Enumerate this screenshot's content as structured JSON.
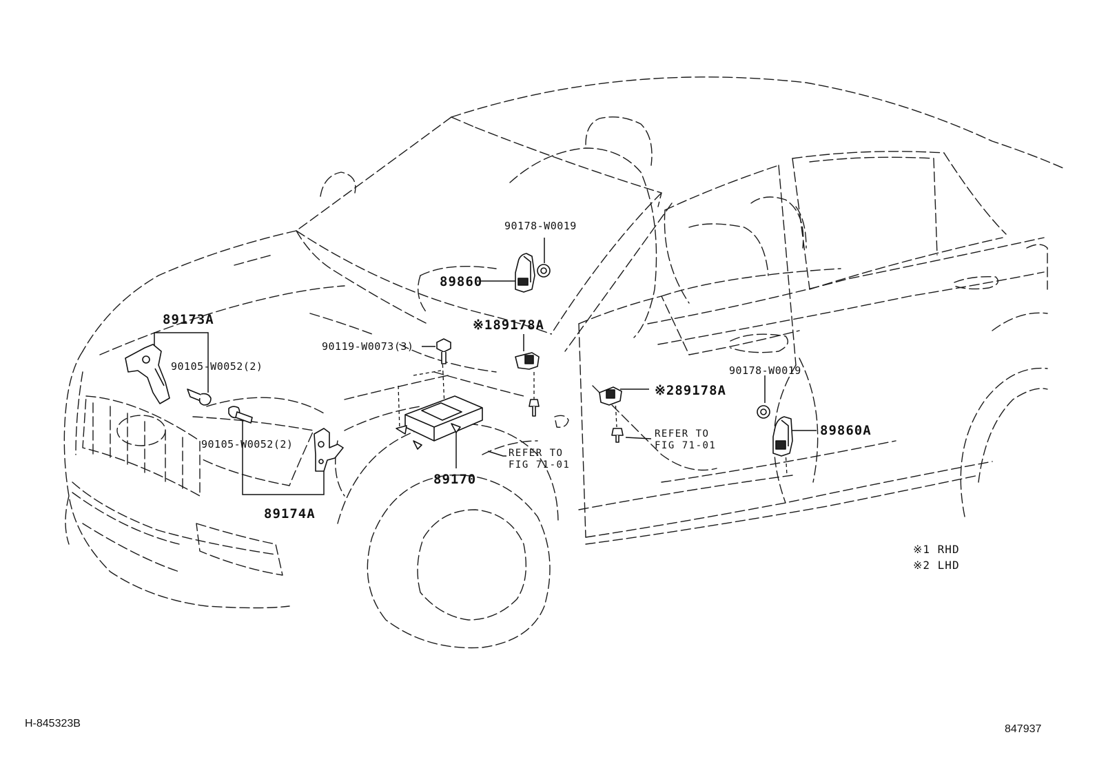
{
  "labels": {
    "p89173A": "89173A",
    "p90105a": "90105-W0052(2)",
    "p90105b": "90105-W0052(2)",
    "p89174A": "89174A",
    "p90178a": "90178-W0019",
    "p89860": "89860",
    "p89178A1": "※189178A",
    "p90119": "90119-W0073(3)",
    "p89170": "89170",
    "ref1a": "REFER TO",
    "ref1b": "FIG 71-01",
    "p89178A2": "※289178A",
    "ref2a": "REFER TO",
    "ref2b": "FIG 71-01",
    "p90178b": "90178-W0019",
    "p89860A": "89860A"
  },
  "legend": {
    "note1": "※1 RHD",
    "note2": "※2 LHD"
  },
  "footer": {
    "left_code": "H-845323B",
    "right_code": "847937"
  }
}
